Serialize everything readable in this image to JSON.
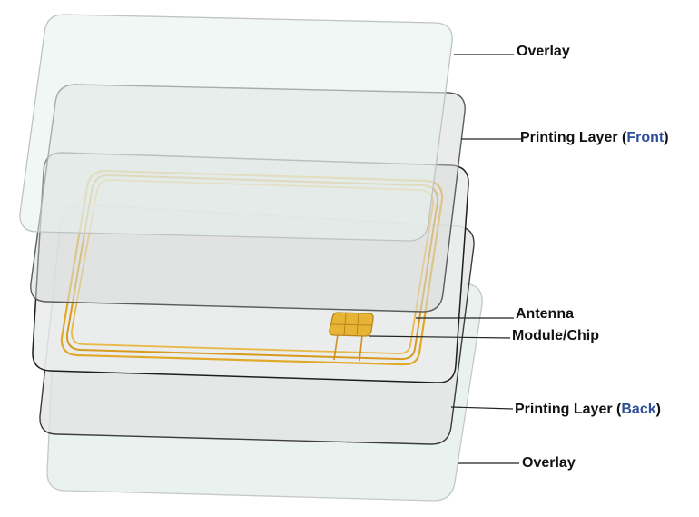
{
  "labels": {
    "overlay_top": "Overlay",
    "printing_front_prefix": "Printing Layer (",
    "printing_front_accent": "Front",
    "printing_front_suffix": ")",
    "antenna": "Antenna",
    "module_chip": "Module/Chip",
    "printing_back_prefix": "Printing Layer (",
    "printing_back_accent": "Back",
    "printing_back_suffix": ")",
    "overlay_bottom": "Overlay"
  },
  "colors": {
    "accent_text": "#2f4f9a",
    "overlay_fill": "#e6f0ec",
    "printing_fill": "#d9dcdb",
    "inlay_fill": "#e9eaea",
    "antenna_gold": "#e0a92a",
    "chip_gold": "#e7b436"
  }
}
